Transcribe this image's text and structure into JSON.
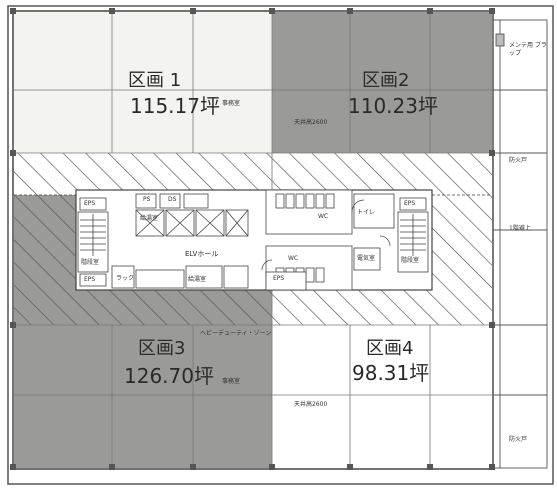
{
  "zones": [
    {
      "name": "区画 1",
      "area": "115.17坪",
      "fill": "#f3f3f0"
    },
    {
      "name": "区画2",
      "area": "110.23坪",
      "fill": "#9a9a98"
    },
    {
      "name": "区画3",
      "area": "126.70坪",
      "fill": "#9a9a98"
    },
    {
      "name": "区画4",
      "area": "98.31坪",
      "fill": "#ffffff"
    }
  ],
  "labels": {
    "office_1": "事務室",
    "office_3": "事務室",
    "ceiling_1": "天井高2600",
    "ceiling_2": "天井高2600",
    "heavy_duty": "ヘビーデューティ・ゾーン",
    "elv_hall": "ELVホール",
    "maint_balcony": "メンテ用 ブラップ",
    "fire_1": "防火戸",
    "fire_2": "防火戸",
    "balcony": "1階避上",
    "stair_left": "階段室",
    "stair_right": "階段室",
    "kyutou_1": "給湯室",
    "kyutou_2": "給湯室",
    "eps_1": "EPS",
    "eps_2": "EPS",
    "eps_3": "EPS",
    "eps_4": "EPS",
    "ps": "PS",
    "ds": "DS",
    "wc_1": "WC",
    "wc_2": "WC",
    "toilet_label": "トイレ",
    "denki": "電気室",
    "rack": "ラック"
  },
  "colors": {
    "line": "#444444",
    "hatch": "#555555",
    "grid": "#777777",
    "gray_zone": "#9a9a98",
    "light_zone": "#f3f3f0"
  }
}
